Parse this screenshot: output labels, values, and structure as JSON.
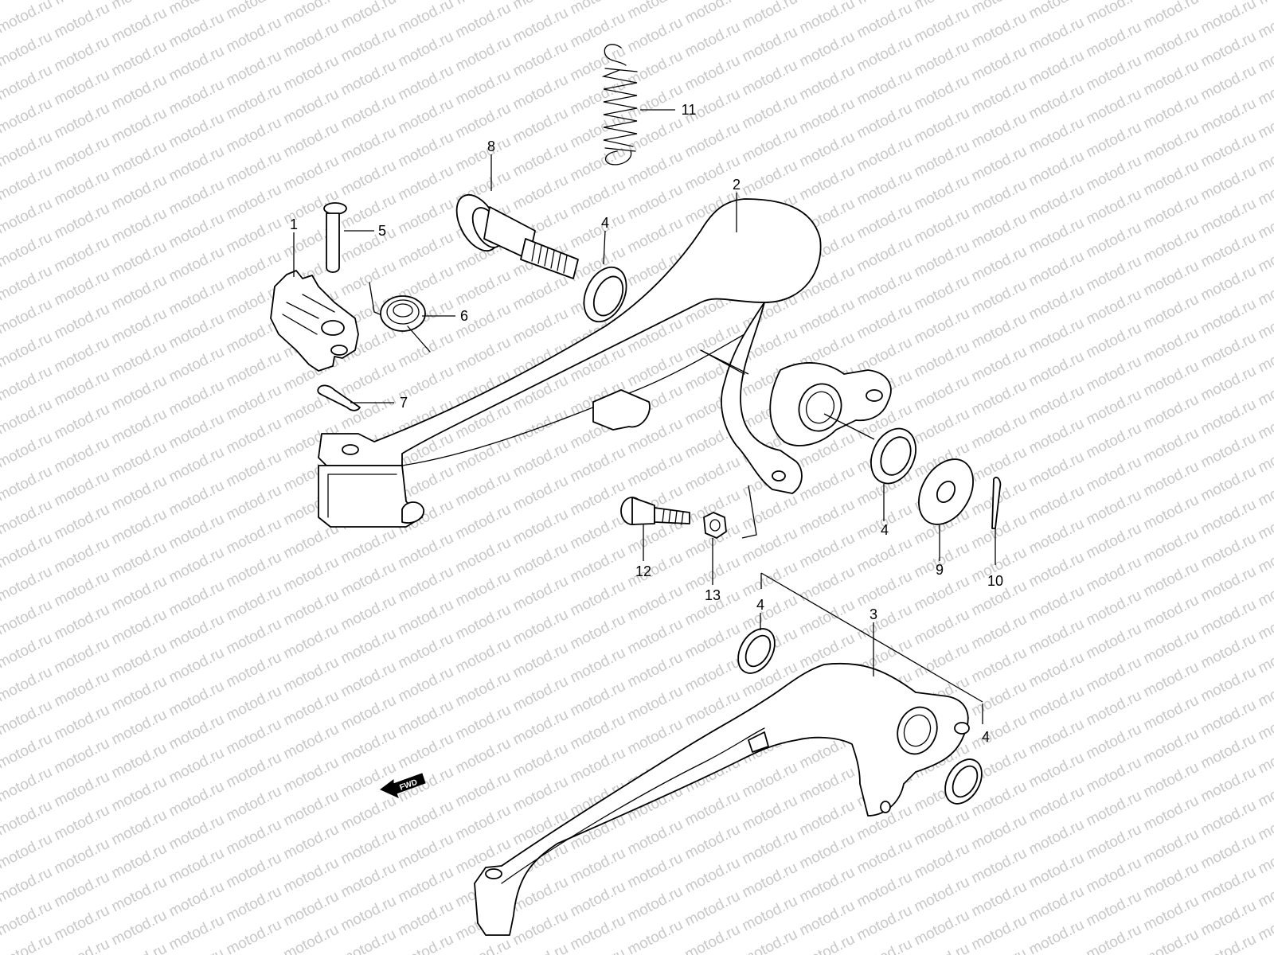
{
  "watermark": {
    "text": "motod.ru"
  },
  "fwd_label": "FWD",
  "callouts": [
    {
      "id": "1",
      "label": "1"
    },
    {
      "id": "2",
      "label": "2"
    },
    {
      "id": "3",
      "label": "3"
    },
    {
      "id": "4a",
      "label": "4"
    },
    {
      "id": "4b",
      "label": "4"
    },
    {
      "id": "4c",
      "label": "4"
    },
    {
      "id": "4d",
      "label": "4"
    },
    {
      "id": "5",
      "label": "5"
    },
    {
      "id": "6",
      "label": "6"
    },
    {
      "id": "7",
      "label": "7"
    },
    {
      "id": "8",
      "label": "8"
    },
    {
      "id": "9",
      "label": "9"
    },
    {
      "id": "10",
      "label": "10"
    },
    {
      "id": "11",
      "label": "11"
    },
    {
      "id": "12",
      "label": "12"
    },
    {
      "id": "13",
      "label": "13"
    }
  ]
}
